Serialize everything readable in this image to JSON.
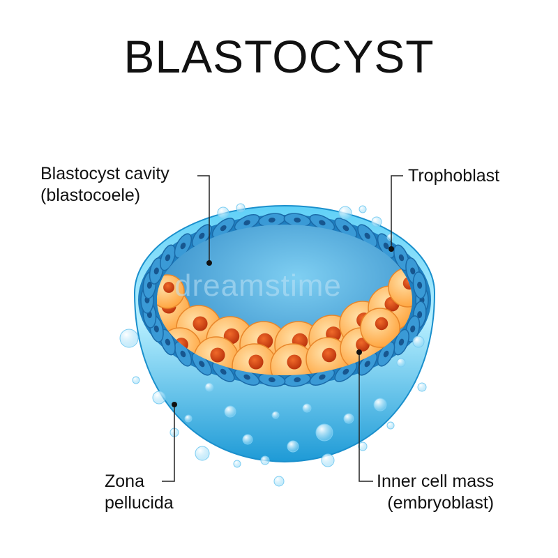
{
  "title": "BLASTOCYST",
  "labels": {
    "cavity_line1": "Blastocyst cavity",
    "cavity_line2": "(blastocoele)",
    "trophoblast": "Trophoblast",
    "zona_line1": "Zona",
    "zona_line2": "pellucida",
    "icm_line1": "Inner cell mass",
    "icm_line2": "(embryoblast)"
  },
  "watermark": "dreamstime",
  "colors": {
    "zona_light": "#a9ecff",
    "zona_dark": "#1a9fd8",
    "cavity": "#3d9fd4",
    "trophoblast_cell": "#2f8fcf",
    "trophoblast_nucleus": "#17568f",
    "icm_cell": "#ffc06a",
    "icm_nucleus": "#d9400e",
    "leader_line": "#222222"
  }
}
